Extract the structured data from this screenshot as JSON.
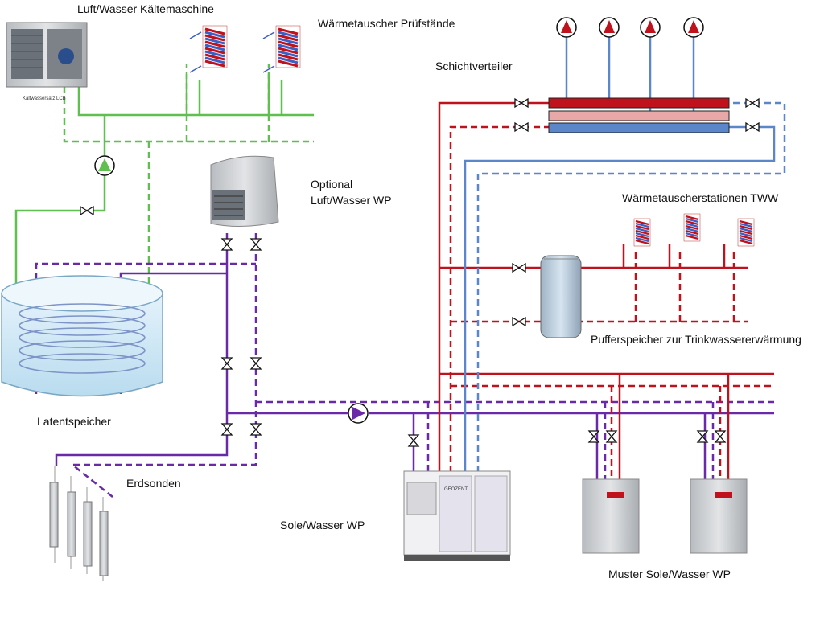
{
  "labels": {
    "chiller": "Luft/Wasser Kältemaschine",
    "chiller_brand": "Kaltwassersatz LCB",
    "test_benches": "Wärmetauscher Prüfstände",
    "stratified_distributor": "Schichtverteiler",
    "optional": "Optional",
    "air_water_hp": "Luft/Wasser WP",
    "hx_stations": "Wärmetauscherstationen TWW",
    "buffer_tank": "Pufferspeicher zur Trinkwassererwärmung",
    "latent_storage": "Latentspeicher",
    "boreholes": "Erdsonden",
    "brine_hp": "Sole/Wasser WP",
    "brine_hp_brand": "GEOZENT",
    "sample_hp": "Muster Sole/Wasser WP"
  },
  "colors": {
    "green": "#5fbf4f",
    "purple": "#6a2aa8",
    "red": "#c0121c",
    "blue": "#5b86c9",
    "pump_red": "#c0121c"
  },
  "icons": [
    "chiller-icon",
    "heat-exchanger-icon",
    "pump-icon",
    "valve-icon",
    "air-heat-pump-icon",
    "tank-icon",
    "borehole-icon",
    "brine-heat-pump-icon",
    "buffer-tank-icon"
  ]
}
